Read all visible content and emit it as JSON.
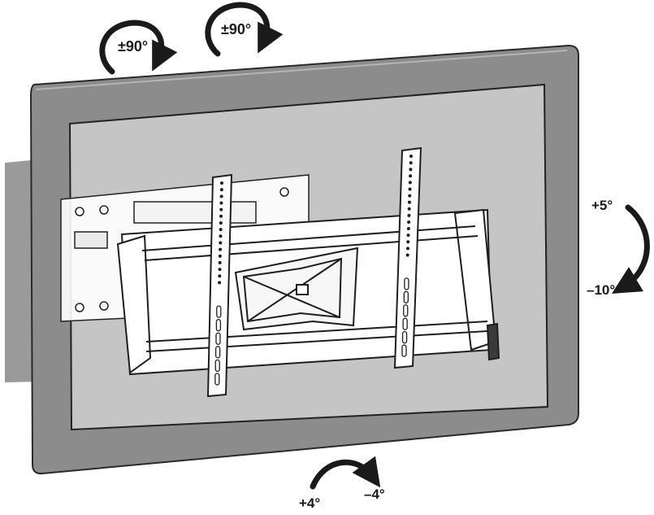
{
  "labels": {
    "swivel_left": "±90°",
    "swivel_right": "±90°",
    "tilt_up": "+5°",
    "tilt_down": "–10°",
    "level_plus": "+4°",
    "level_minus": "–4°"
  },
  "colors": {
    "tv_frame": "#8c8c8c",
    "tv_frame_edge": "#5e5e5e",
    "screen": "#f4f4f4",
    "wall": "#9a9a9a",
    "wall_texture": "#6f6f6f",
    "mount_metal": "#ffffff",
    "line": "#222222"
  },
  "icons": {
    "swivel_left": "rotate-cw-arrow-icon",
    "swivel_right": "rotate-cw-arrow-icon",
    "tilt": "curved-tilt-arrow-icon",
    "level": "curved-level-arrow-icon"
  }
}
